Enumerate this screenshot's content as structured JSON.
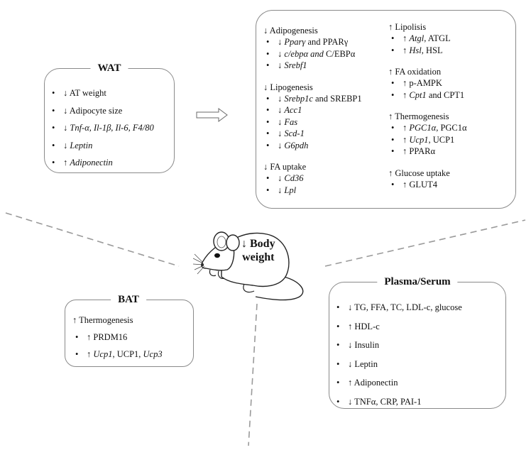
{
  "center": {
    "arrow": "↓",
    "line1": "Body",
    "line2": "weight"
  },
  "wat": {
    "title": "WAT",
    "items": [
      {
        "arrow": "↓",
        "text": "AT weight"
      },
      {
        "arrow": "↓",
        "text": "Adipocyte  size"
      },
      {
        "arrow": "↓",
        "text": "Tnf-α, Il-1β, Il-6, F4/80"
      },
      {
        "arrow": "↓",
        "text": "Leptin"
      },
      {
        "arrow": "↑",
        "text": "Adiponectin"
      }
    ]
  },
  "wat_effects": {
    "left": [
      {
        "header": "↓ Adipogenesis",
        "items": [
          {
            "arrow": "↓",
            "italic": "Pparγ",
            "rest": " and PPARγ"
          },
          {
            "arrow": "↓",
            "italic": "c/ebpα  and",
            "rest": "  C/EBPα"
          },
          {
            "arrow": "↓",
            "italic": "Srebf1",
            "rest": ""
          }
        ]
      },
      {
        "header": "↓ Lipogenesis",
        "items": [
          {
            "arrow": "↓",
            "italic": "Srebp1c",
            "rest": " and SREBP1"
          },
          {
            "arrow": "↓",
            "italic": "Acc1",
            "rest": ""
          },
          {
            "arrow": "↓",
            "italic": "Fas",
            "rest": ""
          },
          {
            "arrow": "↓",
            "italic": "Scd-1",
            "rest": ""
          },
          {
            "arrow": "↓",
            "italic": "G6pdh",
            "rest": ""
          }
        ]
      },
      {
        "header": "↓ FA uptake",
        "items": [
          {
            "arrow": "↓",
            "italic": "Cd36",
            "rest": ""
          },
          {
            "arrow": "↓",
            "italic": " Lpl",
            "rest": ""
          }
        ]
      }
    ],
    "right": [
      {
        "header": "↑ Lipolisis",
        "items": [
          {
            "arrow": "↑",
            "italic": "Atgl",
            "rest": ", ATGL"
          },
          {
            "arrow": "↑",
            "italic": "Hsl",
            "rest": ", HSL"
          }
        ]
      },
      {
        "header": "↑ FA oxidation",
        "items": [
          {
            "arrow": "↑",
            "italic": "",
            "rest": "p-AMPK"
          },
          {
            "arrow": "↑",
            "italic": "Cpt1",
            "rest": " and CPT1"
          }
        ]
      },
      {
        "header": "↑ Thermogenesis",
        "items": [
          {
            "arrow": "↑",
            "italic": " PGC1α",
            "rest": ", PGC1α"
          },
          {
            "arrow": "↑",
            "italic": "Ucp1",
            "rest": ", UCP1"
          },
          {
            "arrow": "↑",
            "italic": "",
            "rest": "PPARα"
          }
        ]
      },
      {
        "header": "↑ Glucose uptake",
        "items": [
          {
            "arrow": "↑",
            "italic": "",
            "rest": "GLUT4"
          }
        ]
      }
    ]
  },
  "bat": {
    "title": "BAT",
    "header": "↑ Thermogenesis",
    "items": [
      {
        "parts": [
          {
            "t": "↑ PRDM16",
            "i": false
          }
        ]
      },
      {
        "parts": [
          {
            "t": "↑ ",
            "i": false
          },
          {
            "t": "Ucp1",
            "i": true
          },
          {
            "t": ", UCP1, ",
            "i": false
          },
          {
            "t": "Ucp3",
            "i": true
          }
        ]
      }
    ]
  },
  "plasma": {
    "title": "Plasma/Serum",
    "items": [
      "↓ TG, FFA, TC, LDL-c, glucose",
      "↑ HDL-c",
      "↓ Insulin",
      "↓ Leptin",
      "↑ Adiponectin",
      "↓ TNFα, CRP, PAI-1"
    ]
  }
}
